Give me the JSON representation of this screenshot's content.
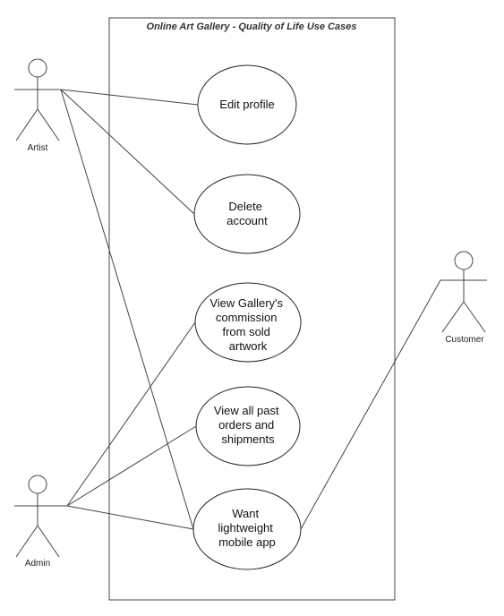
{
  "diagram": {
    "title": "Online Art Gallery - Quality of Life Use Cases",
    "actors": {
      "artist": "Artist",
      "admin": "Admin",
      "customer": "Customer"
    },
    "use_cases": {
      "edit_profile": [
        "Edit profile"
      ],
      "delete_account": [
        "Delete",
        "account"
      ],
      "view_commission": [
        "View Gallery's",
        "commission",
        "from sold",
        "artwork"
      ],
      "view_orders": [
        "View all past",
        "orders and",
        "shipments"
      ],
      "mobile_app": [
        "Want",
        "lightweight",
        "mobile app"
      ]
    }
  },
  "colors": {
    "line": "#444444",
    "ellipse_border": "#222222",
    "background": "#ffffff"
  }
}
